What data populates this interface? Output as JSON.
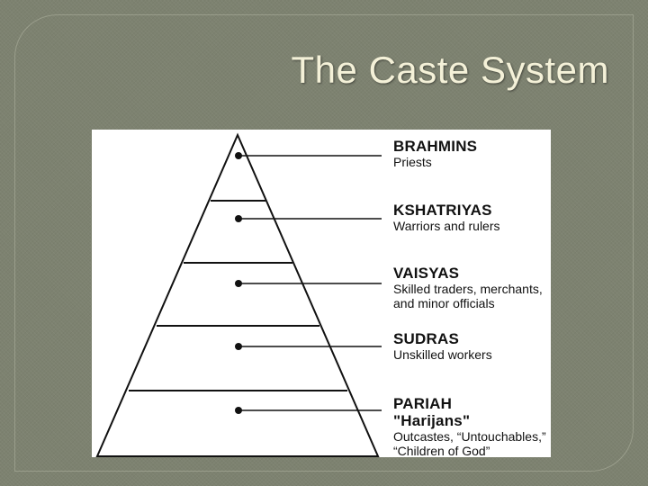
{
  "slide": {
    "title": "The Caste System"
  },
  "pyramid": {
    "tiers": [
      {
        "name": "BRAHMINS",
        "subname": "",
        "description": [
          "Priests"
        ]
      },
      {
        "name": "KSHATRIYAS",
        "subname": "",
        "description": [
          "Warriors and rulers"
        ]
      },
      {
        "name": "VAISYAS",
        "subname": "",
        "description": [
          "Skilled traders, merchants,",
          "and minor officials"
        ]
      },
      {
        "name": "SUDRAS",
        "subname": "",
        "description": [
          "Unskilled workers"
        ]
      },
      {
        "name": "PARIAH",
        "subname": "\"Harijans\"",
        "description": [
          "Outcastes, “Untouchables,”",
          "“Children of God”"
        ]
      }
    ]
  },
  "colors": {
    "background": "#7d8270",
    "title": "#f4f1d8",
    "panel": "#ffffff",
    "ink": "#111111"
  }
}
